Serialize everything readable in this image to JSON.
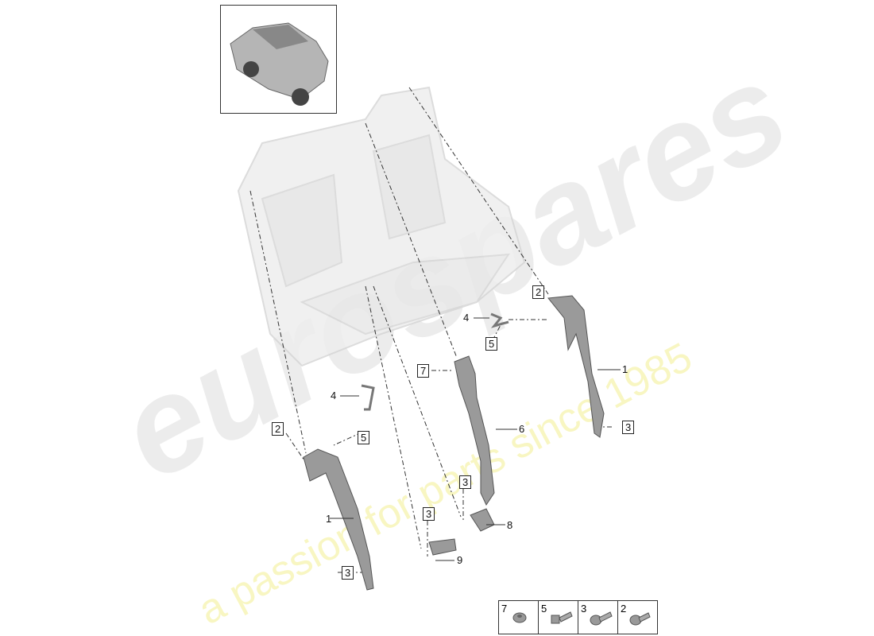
{
  "watermark": {
    "brand": "eurospares",
    "tagline": "a passion for parts since 1985"
  },
  "thumbnail": {
    "subject": "vehicle-overview"
  },
  "callouts": [
    {
      "label": "2",
      "boxed": true
    },
    {
      "label": "4",
      "boxed": false
    },
    {
      "label": "5",
      "boxed": true
    },
    {
      "label": "7",
      "boxed": true
    },
    {
      "label": "1",
      "boxed": false
    },
    {
      "label": "4",
      "boxed": false
    },
    {
      "label": "2",
      "boxed": true
    },
    {
      "label": "5",
      "boxed": true
    },
    {
      "label": "6",
      "boxed": false
    },
    {
      "label": "3",
      "boxed": true
    },
    {
      "label": "3",
      "boxed": true
    },
    {
      "label": "3",
      "boxed": true
    },
    {
      "label": "1",
      "boxed": false
    },
    {
      "label": "8",
      "boxed": false
    },
    {
      "label": "3",
      "boxed": true
    },
    {
      "label": "9",
      "boxed": false
    }
  ],
  "legend": [
    {
      "num": "7",
      "icon": "nut-icon"
    },
    {
      "num": "5",
      "icon": "bolt-icon"
    },
    {
      "num": "3",
      "icon": "flange-bolt-icon"
    },
    {
      "num": "2",
      "icon": "bolt-icon"
    }
  ],
  "colors": {
    "part": "#9a9a9a",
    "seat": "#e6e6e6",
    "watermark_yellow": "#f0eb78"
  }
}
